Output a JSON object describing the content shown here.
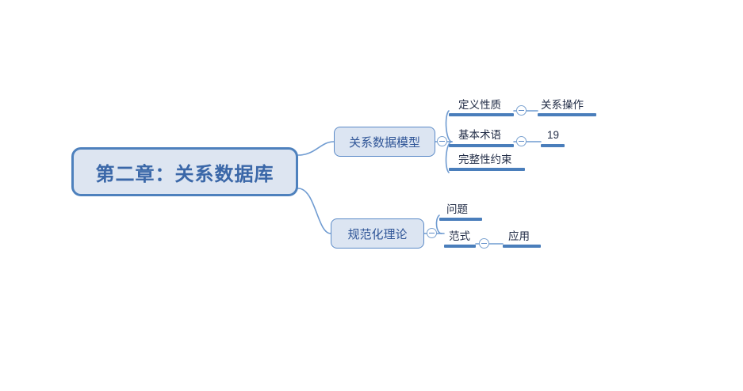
{
  "document": {
    "type": "mind-map",
    "background": "#ffffff"
  },
  "colors": {
    "root_border": "#4e81bd",
    "root_fill": "#dde5f1",
    "root_text": "#3a67a8",
    "branch_border": "#5b8ac7",
    "branch_fill": "#dce5f2",
    "branch_text": "#2f5597",
    "leaf_text": "#1f2a44",
    "underline": "#4a7ebb",
    "connector": "#6f9bd1"
  },
  "root": {
    "label": "第二章：关系数据库"
  },
  "branches": [
    {
      "label": "关系数据模型",
      "toggle_icon": "collapse-minus-icon",
      "children": [
        {
          "label": "定义性质",
          "toggle_icon": "collapse-minus-icon",
          "children": [
            {
              "label": "关系操作"
            }
          ]
        },
        {
          "label": "基本术语",
          "toggle_icon": "collapse-minus-icon",
          "children": [
            {
              "label": "19"
            }
          ]
        },
        {
          "label": "完整性约束",
          "children": []
        }
      ]
    },
    {
      "label": "规范化理论",
      "toggle_icon": "collapse-minus-icon",
      "children": [
        {
          "label": "问题",
          "children": []
        },
        {
          "label": "范式",
          "toggle_icon": "collapse-minus-icon",
          "children": [
            {
              "label": "应用"
            }
          ]
        }
      ]
    }
  ]
}
